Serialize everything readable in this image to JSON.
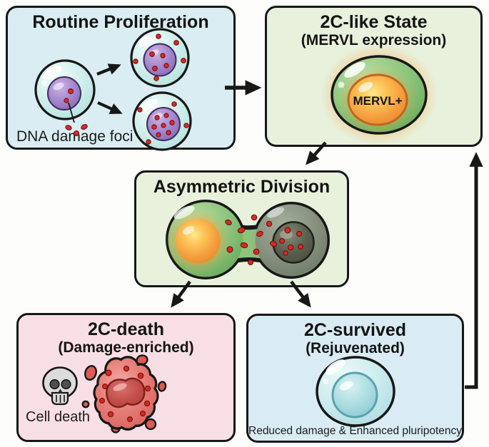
{
  "figure": {
    "boxes": {
      "routine": {
        "title": "Routine Proliferation",
        "label": "DNA damage foci",
        "bg": "#d9edf3"
      },
      "state2c": {
        "title": "2C-like State",
        "subtitle": "(MERVL expression)",
        "cell_label": "MERVL+",
        "bg": "#e8f1dc"
      },
      "asymmetric": {
        "title": "Asymmetric Division",
        "bg": "#e8f1dc"
      },
      "death2c": {
        "title": "2C-death",
        "subtitle": "(Damage-enriched)",
        "label": "Cell death",
        "bg": "#f8dfe5"
      },
      "survived2c": {
        "title": "2C-survived",
        "subtitle": "(Rejuvenated)",
        "caption": "Reduced damage & Enhanced pluripotency",
        "bg": "#d9ecf4"
      }
    },
    "colors": {
      "outline": "#171717",
      "arrow": "#171717",
      "damage_foci_red": "#d32d2a",
      "mervl_orange": "#f29a3b",
      "cell_green": "#8fc67e",
      "cell_cyan": "#cfeeec",
      "cell_teal": "#b5dfe3",
      "dead_cell_red": "#d75a57",
      "nucleus_purple": "#a486cd",
      "nucleus_gray": "#565c50"
    }
  }
}
